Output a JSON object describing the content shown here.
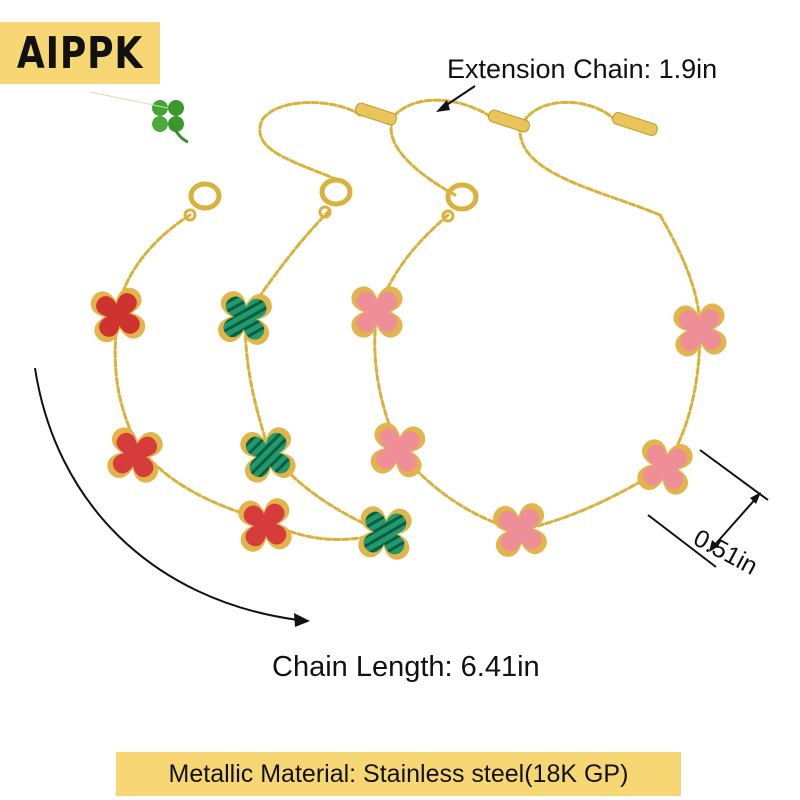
{
  "brand": {
    "logo_text": "AIPPK"
  },
  "labels": {
    "extension_chain": "Extension Chain: 1.9in",
    "chain_length": "Chain Length: 6.41in",
    "charm_width": "0.51in"
  },
  "banner": {
    "material": "Metallic Material: Stainless steel(18K GP)"
  },
  "colors": {
    "accent_yellow": "#f7d774",
    "gold": "#d9b13b",
    "charm_red": "#d63c3b",
    "charm_green": "#1f9a6e",
    "charm_pink": "#ee8f97",
    "clover_green": "#45a336"
  }
}
